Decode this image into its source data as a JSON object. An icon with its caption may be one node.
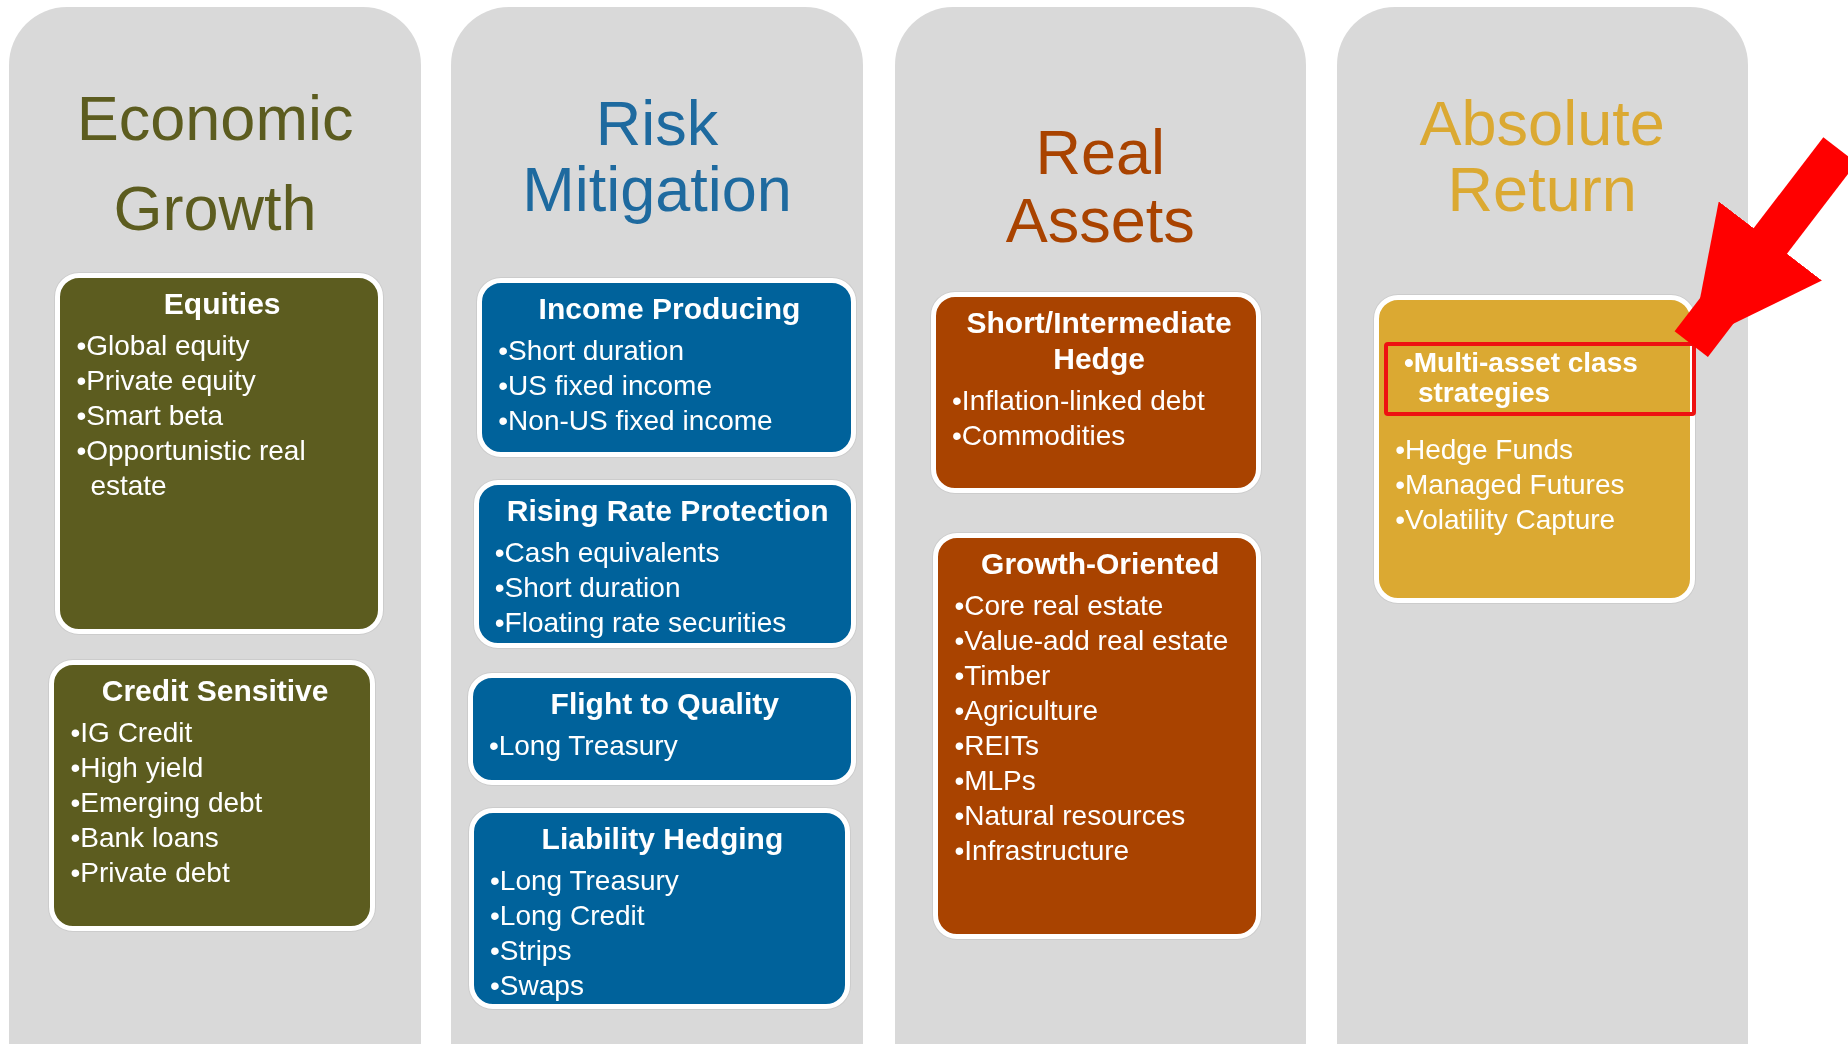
{
  "diagram": {
    "nodes": [
      {
        "text": [
          "Economic Growth"
        ]
      },
      {
        "text": [
          "Equities",
          "•Global equity",
          "•Private equity",
          "•Smart beta",
          "•Opportunistic real estate"
        ],
        "in": 0
      },
      {
        "text": [
          "Credit Sensitive",
          "•IG Credit",
          "•High yield",
          "•Emerging debt",
          "•Bank loans",
          "•Private debt"
        ],
        "in": 0
      },
      {
        "text": [
          "Risk Mitigation"
        ]
      },
      {
        "text": [
          "Income Producing",
          "•Short duration",
          "•US fixed income",
          "•Non-US fixed income"
        ],
        "in": 3
      },
      {
        "text": [
          "Rising Rate Protection",
          "•Cash equivalents",
          "•Short duration",
          "•Floating rate securities"
        ],
        "in": 3
      },
      {
        "text": [
          "Flight to Quality",
          "•Long Treasury"
        ],
        "in": 3
      },
      {
        "text": [
          "Liability Hedging",
          "•Long Treasury",
          "•Long Credit",
          "•Strips",
          "•Swaps"
        ],
        "in": 3
      },
      {
        "text": [
          "Real Assets"
        ]
      },
      {
        "text": [
          "Short/Intermediate Hedge",
          "•Inflation-linked debt",
          "•Commodities"
        ],
        "in": 8
      },
      {
        "text": [
          "Growth-Oriented",
          "•Core real estate",
          "•Value-add real estate",
          "•Timber",
          "•Agriculture",
          "•REITs",
          "•MLPs",
          "•Natural resources",
          "•Infrastructure"
        ],
        "in": 8
      },
      {
        "text": [
          "Absolute Return"
        ]
      },
      {
        "text": [
          "•Hedge Funds",
          "•Managed Futures",
          "•Volatility Capture"
        ],
        "in": 11
      },
      {
        "text": [
          "•Multi-asset class strategies"
        ],
        "in": 12
      }
    ],
    "edges": [
      {
        "from": null,
        "to": 13,
        "arrow": "to",
        "color": "#ff0000"
      }
    ]
  }
}
